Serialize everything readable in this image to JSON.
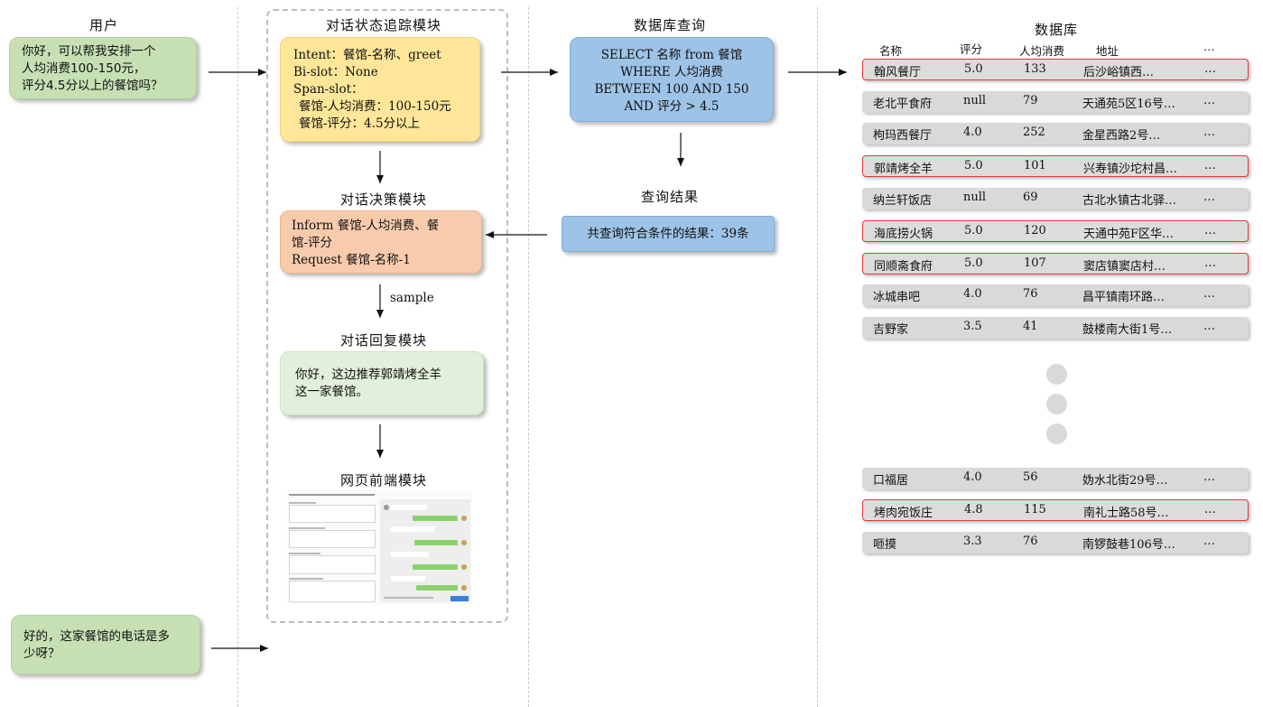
{
  "columns": {
    "user": "用户",
    "dst": "对话状态追踪模块",
    "dm": "对话决策模块",
    "nlg": "对话回复模块",
    "web": "网页前端模块",
    "query": "数据库查询",
    "query_result": "查询结果",
    "database": "数据库"
  },
  "user_msgs": {
    "first": [
      "你好，可以帮我安排一个",
      "人均消费100-150元，",
      "评分4.5分以上的餐馆吗？"
    ],
    "second": [
      "好的，这家餐馆的电话是多",
      "少呀？"
    ]
  },
  "dst_box": [
    "Intent：餐馆-名称、greet",
    "Bi-slot：None",
    "Span-slot：",
    "餐馆-人均消费：100-150元",
    "餐馆-评分：4.5分以上"
  ],
  "dm_box": [
    "Inform 餐馆-人均消费、餐",
    "馆-评分",
    "Request 餐馆-名称-1"
  ],
  "sample_label": "sample",
  "nlg_box": [
    "你好，这边推荐郭靖烤全羊",
    "这一家餐馆。"
  ],
  "sql_box": [
    "SELECT 名称 from 餐馆",
    "WHERE 人均消费",
    "BETWEEN 100 AND 150",
    "AND 评分 > 4.5"
  ],
  "result_box": "共查询符合条件的结果：39条",
  "db_headers": [
    "名称",
    "评分",
    "人均消费",
    "地址",
    "…"
  ],
  "db_rows": [
    {
      "name": "翰风餐厅",
      "score": "5.0",
      "price": "133",
      "addr": "后沙峪镇西…",
      "more": "…",
      "hl": true
    },
    {
      "name": "老北平食府",
      "score": "null",
      "price": "79",
      "addr": "天通苑5区16号…",
      "more": "…",
      "hl": false
    },
    {
      "name": "枸玛西餐厅",
      "score": "4.0",
      "price": "252",
      "addr": "金星西路2号…",
      "more": "…",
      "hl": false
    },
    {
      "name": "郭靖烤全羊",
      "score": "5.0",
      "price": "101",
      "addr": "兴寿镇沙坨村昌…",
      "more": "…",
      "hl": true
    },
    {
      "name": "纳兰轩饭店",
      "score": "null",
      "price": "69",
      "addr": "古北水镇古北驿…",
      "more": "…",
      "hl": false
    },
    {
      "name": "海底捞火锅",
      "score": "5.0",
      "price": "120",
      "addr": "天通中苑F区华…",
      "more": "…",
      "hl": true
    },
    {
      "name": "同顺斋食府",
      "score": "5.0",
      "price": "107",
      "addr": "窦店镇窦店村…",
      "more": "…",
      "hl": true
    },
    {
      "name": "冰城串吧",
      "score": "4.0",
      "price": "76",
      "addr": "昌平镇南环路…",
      "more": "…",
      "hl": false
    },
    {
      "name": "吉野家",
      "score": "3.5",
      "price": "41",
      "addr": "鼓楼南大街1号…",
      "more": "…",
      "hl": false
    },
    {
      "name": "口福居",
      "score": "4.0",
      "price": "56",
      "addr": "妫水北街29号…",
      "more": "…",
      "hl": false
    },
    {
      "name": "烤肉宛饭庄",
      "score": "4.8",
      "price": "115",
      "addr": "南礼士路58号…",
      "more": "…",
      "hl": true
    },
    {
      "name": "咂摸",
      "score": "3.3",
      "price": "76",
      "addr": "南锣鼓巷106号…",
      "more": "…",
      "hl": false
    }
  ],
  "colors": {
    "user_box": "#c6e0b4",
    "dst_box": "#ffe699",
    "dm_box": "#f8cbad",
    "nlg_box": "#e2efda",
    "query_box": "#9dc3e6",
    "db_row": "#d9d9d9",
    "highlight_border": "#e03a3a"
  }
}
